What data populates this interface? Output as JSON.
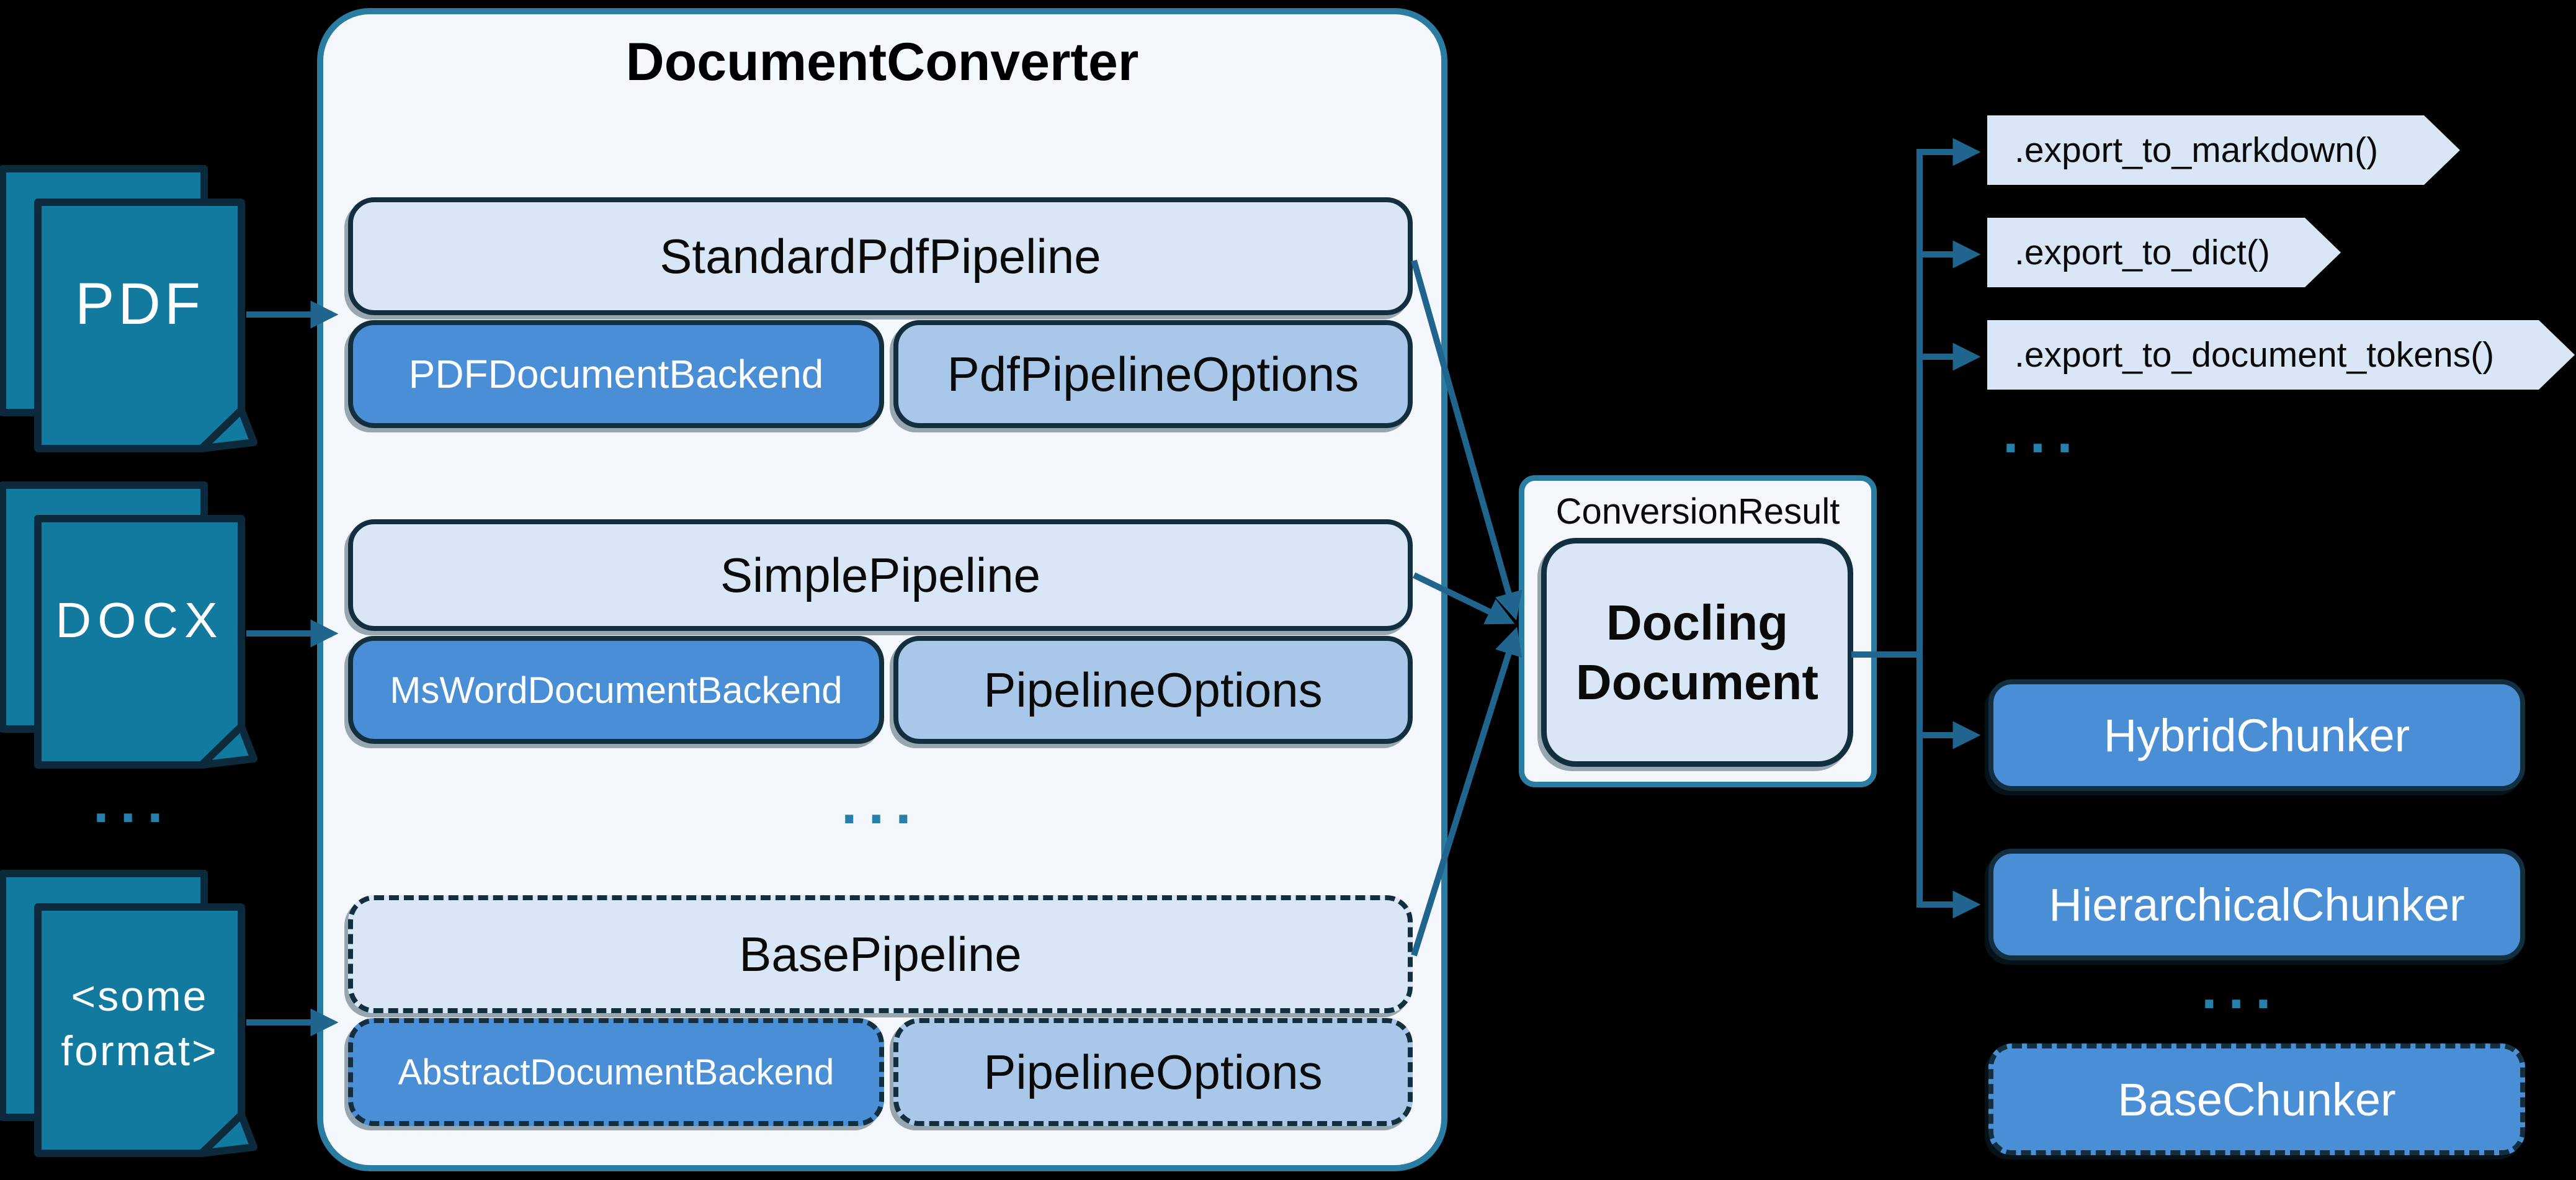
{
  "converter": {
    "title": "DocumentConverter",
    "groups": [
      {
        "pipeline": "StandardPdfPipeline",
        "backend": "PDFDocumentBackend",
        "options": "PdfPipelineOptions"
      },
      {
        "pipeline": "SimplePipeline",
        "backend": "MsWordDocumentBackend",
        "options": "PipelineOptions"
      },
      {
        "pipeline": "BasePipeline",
        "backend": "AbstractDocumentBackend",
        "options": "PipelineOptions"
      }
    ],
    "ellipsis": "..."
  },
  "inputs": {
    "pdf": "PDF",
    "docx": "DOCX",
    "some_line1": "<some",
    "some_line2": "format>",
    "ellipsis": "..."
  },
  "result": {
    "label": "ConversionResult",
    "doc_line1": "Docling",
    "doc_line2": "Document"
  },
  "exports": {
    "items": [
      ".export_to_markdown()",
      ".export_to_dict()",
      ".export_to_document_tokens()"
    ],
    "ellipsis": "..."
  },
  "chunkers": {
    "items": [
      "HybridChunker",
      "HierarchicalChunker"
    ],
    "ellipsis": "...",
    "base": "BaseChunker"
  },
  "colors": {
    "background": "#000000",
    "document_teal": "#117a9e",
    "connector_teal": "#20658e",
    "panel_fill": "#f4f8fd",
    "panel_border": "#2b7ca1",
    "light_blue_fill": "#d8e6f5",
    "backend_blue": "#4a8fd6",
    "options_blue": "#a9c7e8",
    "dark_border": "#132e3e",
    "ellipsis_dots": "#2580ab"
  }
}
